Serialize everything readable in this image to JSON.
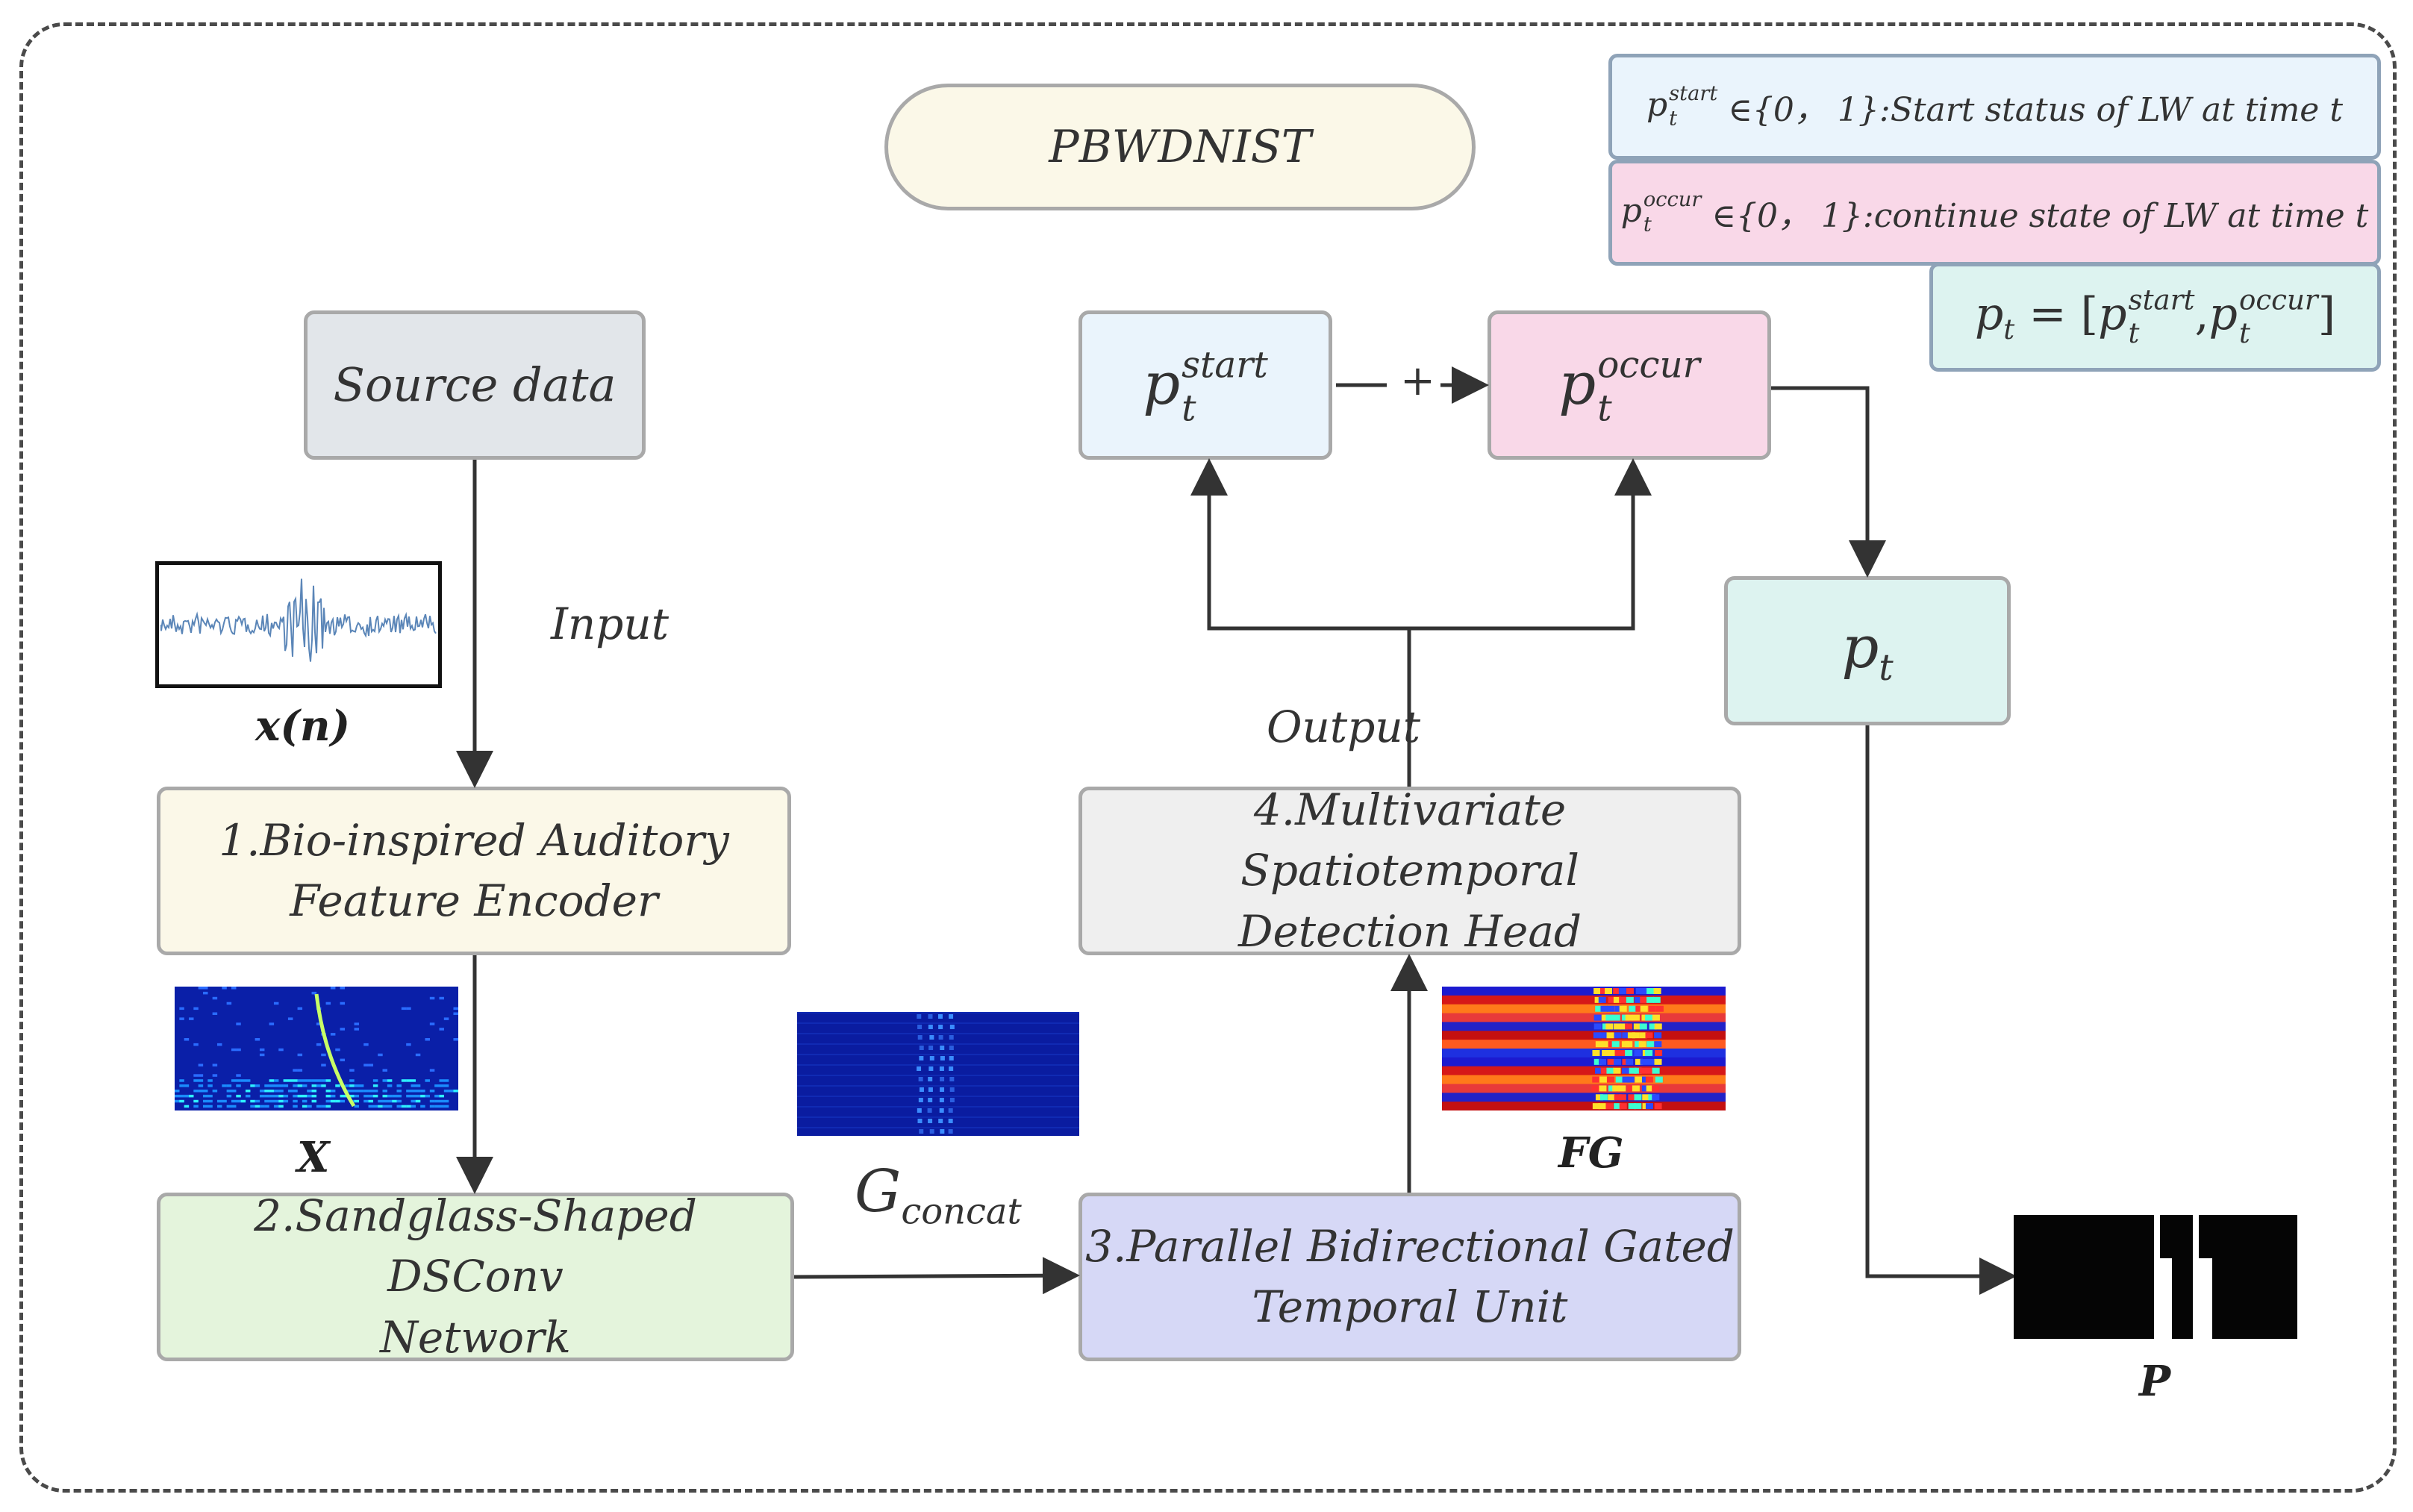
{
  "title": "PBWDNIST",
  "legend": {
    "start": {
      "sym": "p",
      "sup": "start",
      "sub": "t",
      "text": "∈{0， 1}:Start status of LW at time t"
    },
    "occur": {
      "sym": "p",
      "sup": "occur",
      "sub": "t",
      "text": "∈{0， 1}:continue state of LW at time t"
    },
    "combined": {
      "lhs": "p",
      "lhs_sub": "t",
      "eq": "=",
      "open": "[",
      "a": "p",
      "a_sup": "start",
      "a_sub": "t",
      "comma": ",",
      "b": "p",
      "b_sup": "occur",
      "b_sub": "t",
      "close": "]"
    }
  },
  "nodes": {
    "source": "Source data",
    "encoder_line1": "1.Bio-inspired Auditory",
    "encoder_line2": "Feature Encoder",
    "dsconv_line1": "2.Sandglass-Shaped DSConv",
    "dsconv_line2": "Network",
    "gated_line1": "3.Parallel Bidirectional Gated",
    "gated_line2": "Temporal Unit",
    "head_line1": "4.Multivariate Spatiotemporal",
    "head_line2": "Detection Head",
    "p_start": {
      "sym": "p",
      "sup": "start",
      "sub": "t"
    },
    "p_occur": {
      "sym": "p",
      "sup": "occur",
      "sub": "t"
    },
    "p_t": {
      "sym": "p",
      "sub": "t"
    }
  },
  "labels": {
    "input": "Input",
    "output": "Output",
    "plus": "+",
    "xn": "x(n)",
    "X": "X",
    "G": "G",
    "G_sub": "concat",
    "FG": "FG",
    "P": "P"
  },
  "colors": {
    "title_fill": "#fbf8e8",
    "source_fill": "#e2e6ea",
    "encoder_fill": "#fbf8e8",
    "dsconv_fill": "#e4f4dc",
    "gated_fill": "#d6d8f6",
    "head_fill": "#efefef",
    "start_fill": "#eaf4fc",
    "occur_fill": "#f9d8e8",
    "pt_fill": "#ddf3f0"
  }
}
